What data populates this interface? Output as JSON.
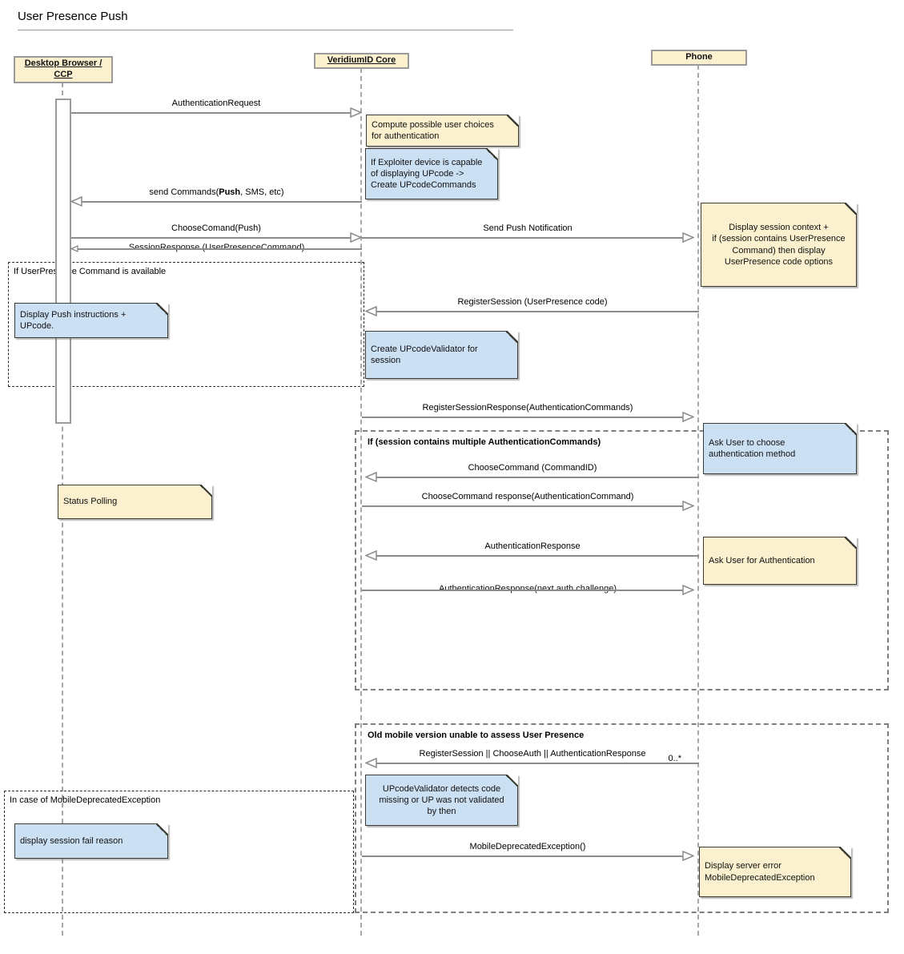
{
  "title": "User Presence Push",
  "actors": {
    "desktop": {
      "line1": "Desktop Browser /",
      "line2": "CCP"
    },
    "core": {
      "label": "VeridiumID Core"
    },
    "phone": {
      "label": "Phone"
    }
  },
  "messages": {
    "authentication_request": {
      "label": "AuthenticationRequest"
    },
    "send_commands": {
      "pre": "send Commands(",
      "bold": "Push",
      "post": ", SMS, etc)"
    },
    "choose_comand_push": {
      "label": "ChooseComand(Push)"
    },
    "send_push_notification": {
      "label": "Send Push Notification"
    },
    "session_response": {
      "label": "SessionResponse (UserPresenceCommand)"
    },
    "register_session": {
      "label": "RegisterSession (UserPresence code)"
    },
    "register_session_response": {
      "label": "RegisterSessionResponse(AuthenticationCommands)"
    },
    "choose_command": {
      "label": "ChooseCommand (CommandID)"
    },
    "choose_command_response": {
      "label": "ChooseCommand response(AuthenticationCommand)"
    },
    "authentication_response": {
      "label": "AuthenticationResponse"
    },
    "authentication_response_next": {
      "label": "AuthenticationResponse(next auth challenge)"
    },
    "register_or_choose_or_auth": {
      "label": "RegisterSession || ChooseAuth || AuthenticationResponse",
      "multiplicity": "0..*"
    },
    "mobile_deprecated_exception": {
      "label": "MobileDeprecatedException()"
    }
  },
  "notes": {
    "compute_choices": {
      "text": "Compute possible user choices\nfor authentication"
    },
    "exploiter_device": {
      "text": "If Exploiter device is capable\nof displaying UPcode ->\nCreate UPcodeCommands"
    },
    "display_session_context": {
      "text": "Display session context +\nif (session contains UserPresence\nCommand) then display\nUserPresence code options"
    },
    "display_push_instructions": {
      "text": "Display Push instructions +\nUPcode."
    },
    "create_upcode_validator": {
      "text": "Create UPcodeValidator for\nsession"
    },
    "ask_user_choose": {
      "text": "Ask User to choose\nauthentication method"
    },
    "status_polling": {
      "text": "Status Polling"
    },
    "ask_user_auth": {
      "text": "Ask User for Authentication"
    },
    "upcode_validator_detects": {
      "text": "UPcodeValidator detects code\nmissing or UP was not validated\nby then"
    },
    "display_session_fail": {
      "text": "display session fail reason"
    },
    "display_server_error": {
      "text": "Display server error\nMobileDeprecatedException"
    }
  },
  "fragments": {
    "user_presence_available": {
      "label": "If UserPresence Command is available"
    },
    "multiple_auth_commands": {
      "label": "If (session contains multiple AuthenticationCommands)"
    },
    "old_mobile": {
      "label": "Old mobile version unable to assess User Presence"
    },
    "mobile_deprecated": {
      "label": "In case of MobileDeprecatedException"
    }
  },
  "colors": {
    "note_yellow": "#FBF1CE",
    "note_blue": "#CCE0F4",
    "actor_fill": "#FBF1CE",
    "line_gray": "#8C8C8C",
    "border_gray": "#9A9A9A"
  }
}
